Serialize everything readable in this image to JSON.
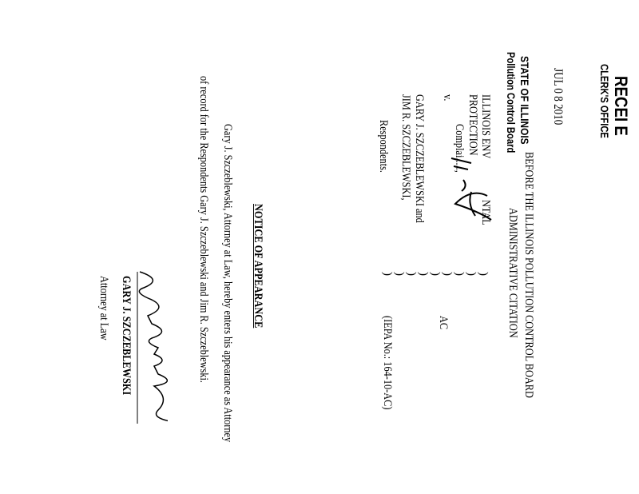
{
  "stamp": {
    "received": "RECEI  E",
    "clerks_office": "CLERK'S OFFICE",
    "date": "JUL 0 8 2010",
    "state": "STATE OF ILLINOIS",
    "board": "Pollution Control Board"
  },
  "header": {
    "line1": "BEFORE THE ILLINOIS POLLUTION CONTROL BOARD",
    "line2": "ADMINISTRATIVE CITATION"
  },
  "caption": {
    "complainant_line1a": "ILLINOIS ENV",
    "complainant_line1b": "NTAL",
    "complainant_line2": "PROTECTION",
    "complainant_label": "Complai.....,",
    "versus": "v.",
    "respondent_line1": "GARY J. SZCZEBLEWSKI and",
    "respondent_line2": "JIM R. SZCZEBLEWSKI,",
    "respondent_label": "Respondents.",
    "case_type": "AC",
    "case_number": "(IEPA No.: 164-10-AC)"
  },
  "notice": {
    "title": "NOTICE OF APPEARANCE",
    "line1": "Gary J. Szczeblewski, Attorney at Law, hereby enters his appearance as Attorney",
    "line2": "of record for the Respondents Gary J. Szczeblewski and Jim R. Szczeblewski."
  },
  "signature": {
    "name": "GARY J. SZCZEBLEWSKI",
    "title": "Attorney at Law"
  }
}
